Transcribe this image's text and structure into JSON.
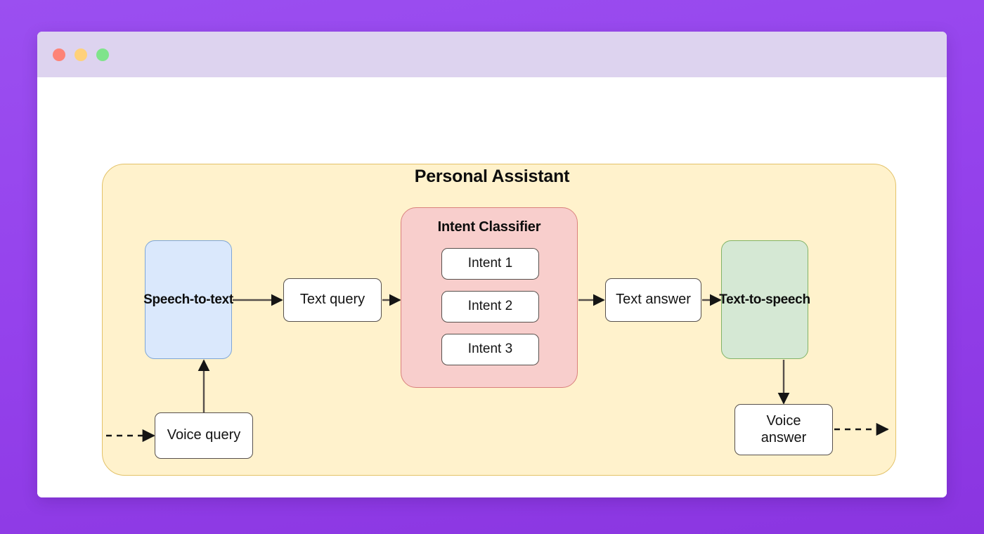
{
  "window": {
    "traffic_lights": [
      {
        "name": "close",
        "color": "#fd8377"
      },
      {
        "name": "minimize",
        "color": "#ffd17a"
      },
      {
        "name": "maximize",
        "color": "#7fe48b"
      }
    ]
  },
  "diagram": {
    "type": "flowchart",
    "container": {
      "label": "Personal Assistant",
      "fill": "#fff2cc",
      "stroke": "#e3c268"
    },
    "nodes": [
      {
        "id": "speech-to-text",
        "label": "Speech-to-text",
        "shape": "rounded-rect",
        "fill": "#dae8fc",
        "stroke": "#7ea6d6",
        "bold": true
      },
      {
        "id": "text-query",
        "label": "Text query",
        "shape": "rounded-rect",
        "fill": "#ffffff",
        "stroke": "#57504c",
        "bold": false
      },
      {
        "id": "intent-classifier",
        "label": "Intent Classifier",
        "shape": "rounded-rect",
        "fill": "#f8cecc",
        "stroke": "#d9817c",
        "bold": true
      },
      {
        "id": "intent-1",
        "label": "Intent 1",
        "shape": "rounded-rect",
        "fill": "#ffffff",
        "stroke": "#57504c",
        "bold": false
      },
      {
        "id": "intent-2",
        "label": "Intent 2",
        "shape": "rounded-rect",
        "fill": "#ffffff",
        "stroke": "#57504c",
        "bold": false
      },
      {
        "id": "intent-3",
        "label": "Intent 3",
        "shape": "rounded-rect",
        "fill": "#ffffff",
        "stroke": "#57504c",
        "bold": false
      },
      {
        "id": "text-answer",
        "label": "Text answer",
        "shape": "rounded-rect",
        "fill": "#ffffff",
        "stroke": "#57504c",
        "bold": false
      },
      {
        "id": "text-to-speech",
        "label": "Text-to-speech",
        "shape": "rounded-rect",
        "fill": "#d5e8d4",
        "stroke": "#82b366",
        "bold": true
      },
      {
        "id": "voice-query",
        "label": "Voice query",
        "shape": "rounded-rect",
        "fill": "#ffffff",
        "stroke": "#57504c",
        "bold": false
      },
      {
        "id": "voice-answer",
        "label": "Voice answer",
        "shape": "rounded-rect",
        "fill": "#ffffff",
        "stroke": "#57504c",
        "bold": false
      }
    ],
    "edges": [
      {
        "id": "external-to-voice-query",
        "from": "external",
        "to": "voice-query",
        "style": "dashed",
        "direction": "right"
      },
      {
        "id": "voice-query-to-speech-to-text",
        "from": "voice-query",
        "to": "speech-to-text",
        "style": "solid",
        "direction": "up"
      },
      {
        "id": "speech-to-text-to-text-query",
        "from": "speech-to-text",
        "to": "text-query",
        "style": "solid",
        "direction": "right"
      },
      {
        "id": "text-query-to-intent-classifier",
        "from": "text-query",
        "to": "intent-classifier",
        "style": "solid",
        "direction": "right"
      },
      {
        "id": "intent-classifier-to-text-answer",
        "from": "intent-classifier",
        "to": "text-answer",
        "style": "solid",
        "direction": "right"
      },
      {
        "id": "text-answer-to-text-to-speech",
        "from": "text-answer",
        "to": "text-to-speech",
        "style": "solid",
        "direction": "right"
      },
      {
        "id": "text-to-speech-to-voice-answer",
        "from": "text-to-speech",
        "to": "voice-answer",
        "style": "solid",
        "direction": "down"
      },
      {
        "id": "voice-answer-to-external",
        "from": "voice-answer",
        "to": "external",
        "style": "dashed",
        "direction": "right"
      }
    ],
    "voice_answer_lines": [
      "Voice",
      "answer"
    ]
  }
}
